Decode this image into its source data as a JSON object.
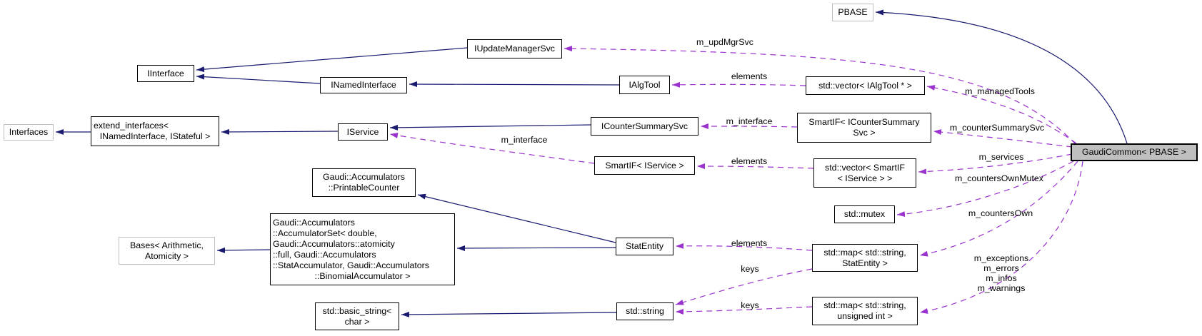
{
  "diagram": {
    "type": "doxygen-collaboration-graph",
    "background": "#ffffff",
    "colors": {
      "inheritance_edge": "#191970",
      "usage_edge": "#9a32cd",
      "node_border": "#000000",
      "external_node_border": "#bfbfbf",
      "highlight_node_fill": "#bfbfbf",
      "text": "#000000"
    }
  },
  "nodes": {
    "pbase": {
      "label": "PBASE"
    },
    "iupdatemanagersvc": {
      "label": "IUpdateManagerSvc"
    },
    "iinterface": {
      "label": "IInterface"
    },
    "inamedinterface": {
      "label": "INamedInterface"
    },
    "ialgtool": {
      "label": "IAlgTool"
    },
    "vector_ialgtool": {
      "label": "std::vector< IAlgTool * >"
    },
    "interfaces": {
      "label": "Interfaces"
    },
    "extend_interfaces": {
      "lines": [
        "extend_interfaces<",
        "INamedInterface, IStateful >"
      ]
    },
    "iservice": {
      "label": "IService"
    },
    "icountersummarysvc": {
      "label": "ICounterSummarySvc"
    },
    "smartif_icountersummarysvc": {
      "lines": [
        "SmartIF< ICounterSummary",
        "Svc >"
      ]
    },
    "smartif_iservice": {
      "label": "SmartIF< IService >"
    },
    "vector_smartif_iservice": {
      "lines": [
        "std::vector< SmartIF",
        "< IService > >"
      ]
    },
    "printablecounter": {
      "lines": [
        "Gaudi::Accumulators",
        "::PrintableCounter"
      ]
    },
    "mutex": {
      "label": "std::mutex"
    },
    "accumulatorset": {
      "lines": [
        "Gaudi::Accumulators",
        "::AccumulatorSet< double,",
        "Gaudi::Accumulators::atomicity",
        "::full, Gaudi::Accumulators",
        "::StatAccumulator, Gaudi::Accumulators",
        "::BinomialAccumulator >"
      ]
    },
    "bases": {
      "lines": [
        "Bases< Arithmetic,",
        "Atomicity >"
      ]
    },
    "statentity": {
      "label": "StatEntity"
    },
    "map_string_statentity": {
      "lines": [
        "std::map< std::string,",
        "StatEntity >"
      ]
    },
    "basic_string": {
      "lines": [
        "std::basic_string<",
        "char >"
      ]
    },
    "string": {
      "label": "std::string"
    },
    "map_string_unsigned": {
      "lines": [
        "std::map< std::string,",
        "unsigned int >"
      ]
    },
    "gaudicommon": {
      "label": "GaudiCommon< PBASE >"
    }
  },
  "edge_labels": {
    "m_upd_mgr_svc": "m_updMgrSvc",
    "elements_algtools": "elements",
    "m_managed_tools": "m_managedTools",
    "m_interface_counter": "m_interface",
    "m_counter_summary_svc": "m_counterSummarySvc",
    "m_interface_service": "m_interface",
    "elements_services": "elements",
    "m_services": "m_services",
    "m_counters_own_mutex": "m_countersOwnMutex",
    "m_counters_own": "m_countersOwn",
    "elements_counters": "elements",
    "keys_statentity": "keys",
    "member_group": [
      "m_exceptions",
      "m_errors",
      "m_infos",
      "m_warnings"
    ],
    "keys_unsigned": "keys"
  }
}
